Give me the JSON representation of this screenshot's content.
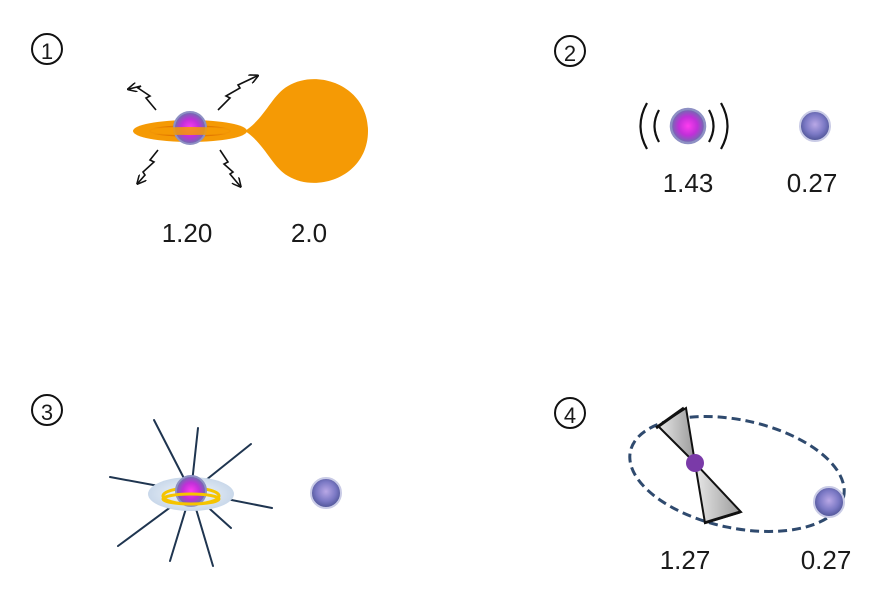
{
  "panels": [
    {
      "label": "①",
      "values": [
        "1.20",
        "2.0"
      ]
    },
    {
      "label": "②",
      "values": [
        "1.43",
        "0.27"
      ]
    },
    {
      "label": "③",
      "values": []
    },
    {
      "label": "④",
      "values": [
        "1.27",
        "0.27"
      ]
    }
  ],
  "colors": {
    "donor_star": "#f59a05",
    "disk_orange": "#f59a05",
    "neutron_core": "#ff22e6",
    "star_rim": "#6a70ad",
    "orbit": "#2f4a6e",
    "jets": "#1f3550",
    "halo": "#d6e2f0",
    "ring_gold": "#f5c400",
    "cone_grey": "#b8b8b8"
  },
  "icons": [
    "arrow-zigzag-icon",
    "radio-pulse-icon",
    "bicone-beam-icon"
  ]
}
